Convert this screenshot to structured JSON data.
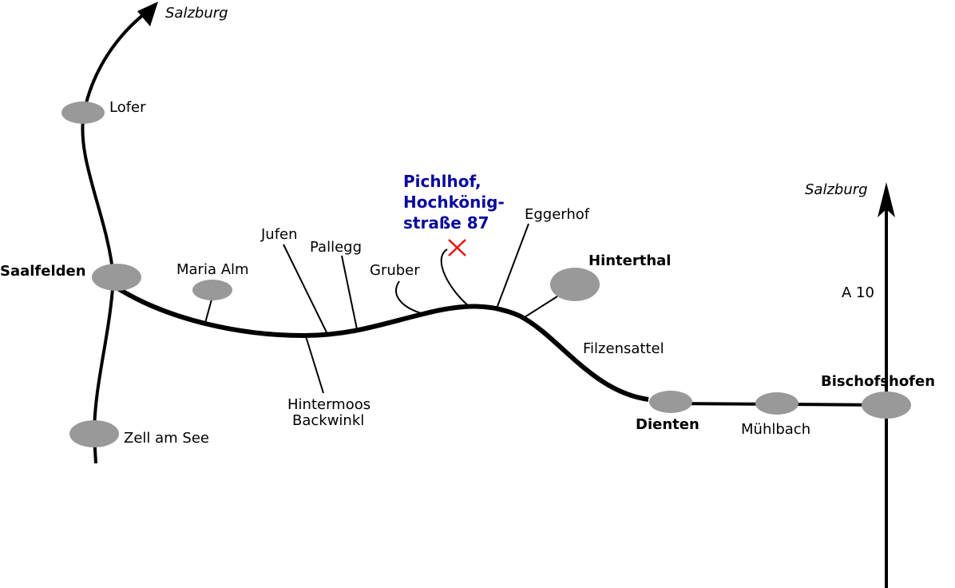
{
  "colors": {
    "road": "#000000",
    "town": "#999999",
    "destination": "#0a0a9e",
    "marker": "#ee1111"
  },
  "destination": {
    "line1": "Pichlhof,",
    "line2": "Hochkönig-",
    "line3": "straße 87",
    "marker_icon": "cross-icon"
  },
  "arrows": {
    "north_west": "Salzburg",
    "north_east": "Salzburg",
    "highway": "A 10"
  },
  "towns": {
    "lofer": "Lofer",
    "saalfelden": "Saalfelden",
    "zell": "Zell am See",
    "maria_alm": "Maria Alm",
    "hinterthal": "Hinterthal",
    "dienten": "Dienten",
    "muehlbach": "Mühlbach",
    "bischofshofen": "Bischofshofen"
  },
  "places": {
    "jufen": "Jufen",
    "pallegg": "Pallegg",
    "gruber": "Gruber",
    "eggerhof": "Eggerhof",
    "hintermoos": "Hintermoos",
    "backwinkl": "Backwinkl",
    "filzensattel": "Filzensattel"
  }
}
